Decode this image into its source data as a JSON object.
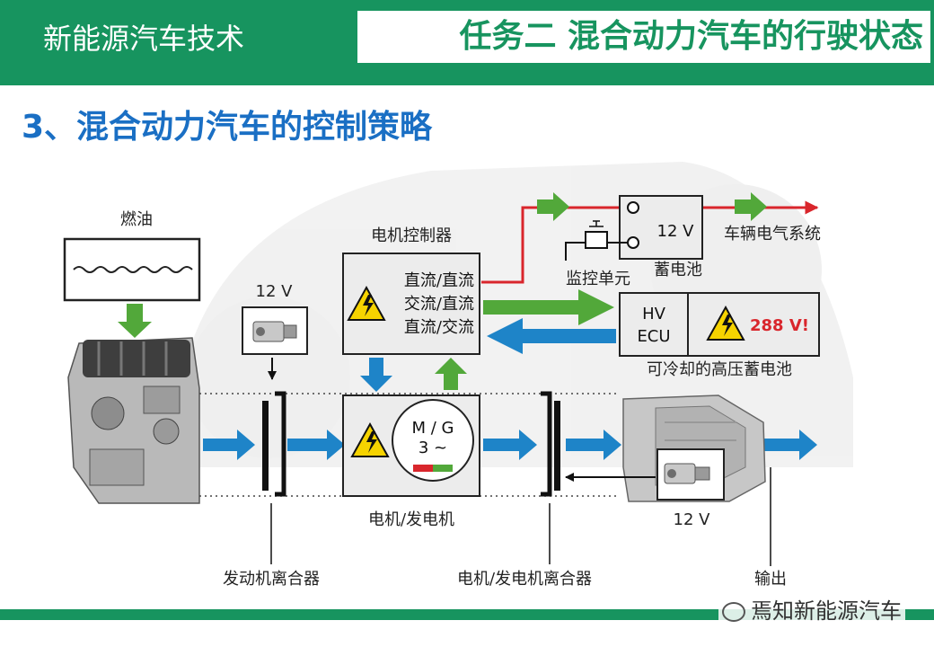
{
  "header": {
    "course": "新能源汽车技术",
    "task": "任务二 混合动力汽车的行驶状态"
  },
  "subtitle": "3、混合动力汽车的控制策略",
  "labels": {
    "fuel": "燃油",
    "twelve_v_starter": "12 V",
    "motor_controller_title": "电机控制器",
    "conv_dc_dc": "直流/直流",
    "conv_ac_dc": "交流/直流",
    "conv_dc_ac": "直流/交流",
    "battery_12v": "12 V",
    "battery_12v_caption": "蓄电池",
    "monitor_unit": "监控单元",
    "vehicle_electrical": "车辆电气系统",
    "hv_ecu_line1": "HV",
    "hv_ecu_line2": "ECU",
    "hv_voltage": "288 V!",
    "hv_battery_caption": "可冷却的高压蓄电池",
    "mg_line1": "M / G",
    "mg_line2": "3 ~",
    "mg_caption": "电机/发电机",
    "twelve_v_gearbox": "12 V",
    "engine_clutch": "发动机离合器",
    "mg_clutch": "电机/发电机离合器",
    "output": "输出"
  },
  "watermark": "焉知新能源汽车",
  "colors": {
    "header_green": "#17945f",
    "subtitle_blue": "#1a6fc4",
    "arrow_blue": "#1e84c8",
    "arrow_green": "#52a83a",
    "hv_red": "#d9262c",
    "warning_yellow": "#f6d300"
  }
}
